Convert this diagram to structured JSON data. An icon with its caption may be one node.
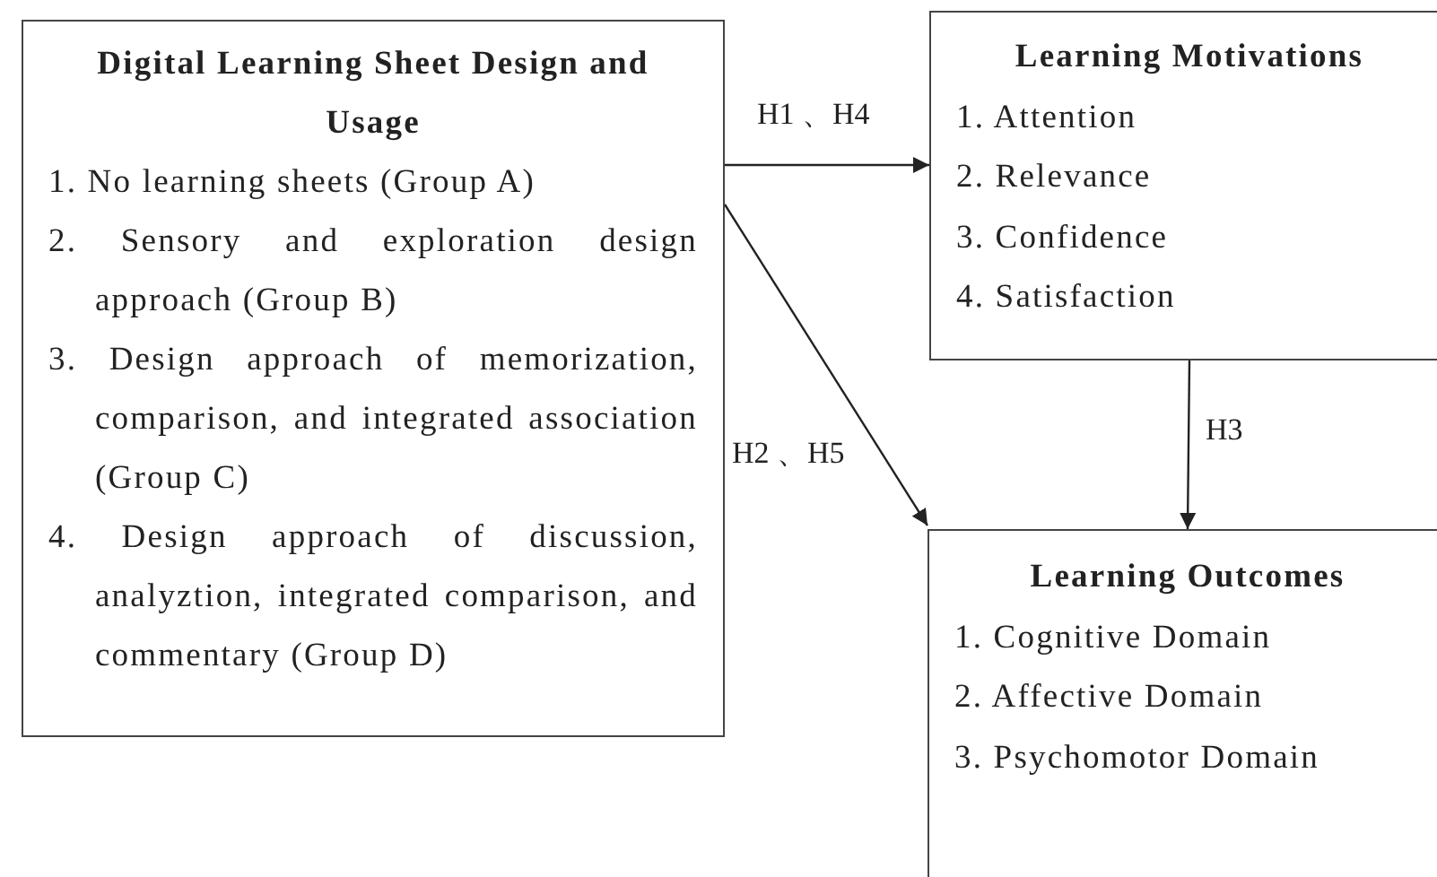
{
  "diagram": {
    "nodes": [
      {
        "text": [
          "Digital Learning Sheet Design and Usage",
          "1. No learning sheets (Group A)",
          "2. Sensory and exploration design approach (Group B)",
          "3. Design approach of memorization, comparison, and integrated association (Group C)",
          "4. Design approach of discussion, analyztion, integrated comparison, and commentary (Group D)"
        ]
      },
      {
        "text": [
          "Learning Motivations",
          "1. Attention",
          "2. Relevance",
          "3. Confidence",
          "4. Satisfaction"
        ]
      },
      {
        "text": [
          "Learning Outcomes",
          "1. Cognitive Domain",
          "2. Affective Domain",
          "3. Psychomotor Domain"
        ]
      }
    ],
    "edges": [
      {
        "from": 0,
        "to": 1,
        "arrow": "to",
        "label": "H1 、H4"
      },
      {
        "from": 0,
        "to": 2,
        "arrow": "to",
        "label": "H2 、H5"
      },
      {
        "from": 1,
        "to": 2,
        "arrow": "to",
        "label": "H3"
      }
    ]
  }
}
